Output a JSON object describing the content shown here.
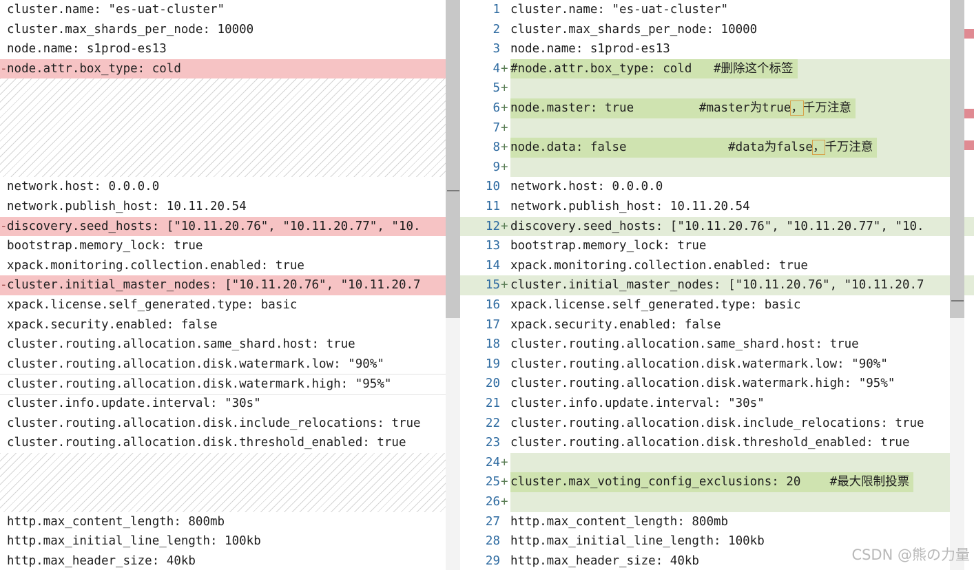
{
  "left_pane": {
    "lines": [
      "cluster.name: \"es-uat-cluster\"",
      "cluster.max_shards_per_node: 10000",
      "node.name: s1prod-es13",
      "node.attr.box_type: cold",
      "network.host: 0.0.0.0",
      "network.publish_host: 10.11.20.54",
      "discovery.seed_hosts: [\"10.11.20.76\", \"10.11.20.77\", \"10.",
      "bootstrap.memory_lock: true",
      "xpack.monitoring.collection.enabled: true",
      "cluster.initial_master_nodes: [\"10.11.20.76\", \"10.11.20.7",
      "xpack.license.self_generated.type: basic",
      "xpack.security.enabled: false",
      "cluster.routing.allocation.same_shard.host: true",
      "cluster.routing.allocation.disk.watermark.low: \"90%\"",
      "cluster.routing.allocation.disk.watermark.high: \"95%\"",
      "cluster.info.update.interval: \"30s\"",
      "cluster.routing.allocation.disk.include_relocations: true",
      "cluster.routing.allocation.disk.threshold_enabled: true",
      "http.max_content_length: 800mb",
      "http.max_initial_line_length: 100kb",
      "http.max_header_size: 40kb"
    ],
    "removed_marker": "-"
  },
  "right_pane": {
    "numbers": [
      "1",
      "2",
      "3",
      "4",
      "5",
      "6",
      "7",
      "8",
      "9",
      "10",
      "11",
      "12",
      "13",
      "14",
      "15",
      "16",
      "17",
      "18",
      "19",
      "20",
      "21",
      "22",
      "23",
      "24",
      "25",
      "26",
      "27",
      "28",
      "29"
    ],
    "lines": [
      "cluster.name: \"es-uat-cluster\"",
      "cluster.max_shards_per_node: 10000",
      "node.name: s1prod-es13",
      "#node.attr.box_type: cold   #删除这个标签",
      "",
      "node.master: true         #master为true",
      "",
      "node.data: false              #data为false",
      "",
      "network.host: 0.0.0.0",
      "network.publish_host: 10.11.20.54",
      "discovery.seed_hosts: [\"10.11.20.76\", \"10.11.20.77\", \"10.",
      "bootstrap.memory_lock: true",
      "xpack.monitoring.collection.enabled: true",
      "cluster.initial_master_nodes: [\"10.11.20.76\", \"10.11.20.7",
      "xpack.license.self_generated.type: basic",
      "xpack.security.enabled: false",
      "cluster.routing.allocation.same_shard.host: true",
      "cluster.routing.allocation.disk.watermark.low: \"90%\"",
      "cluster.routing.allocation.disk.watermark.high: \"95%\"",
      "cluster.info.update.interval: \"30s\"",
      "cluster.routing.allocation.disk.include_relocations: true",
      "cluster.routing.allocation.disk.threshold_enabled: true",
      "",
      "cluster.max_voting_config_exclusions: 20    #最大限制投票",
      "",
      "http.max_content_length: 800mb",
      "http.max_initial_line_length: 100kb",
      "http.max_header_size: 40kb"
    ],
    "comma_mark": "，",
    "note_suffix": "千万注意",
    "added_marker": "+"
  },
  "watermark": "CSDN @熊の力量",
  "colors": {
    "removed_bg": "#f6c3c4",
    "added_line_bg": "#cfe3b0",
    "added_block_bg": "#e3ecd8",
    "line_number": "#2d6aa0"
  }
}
